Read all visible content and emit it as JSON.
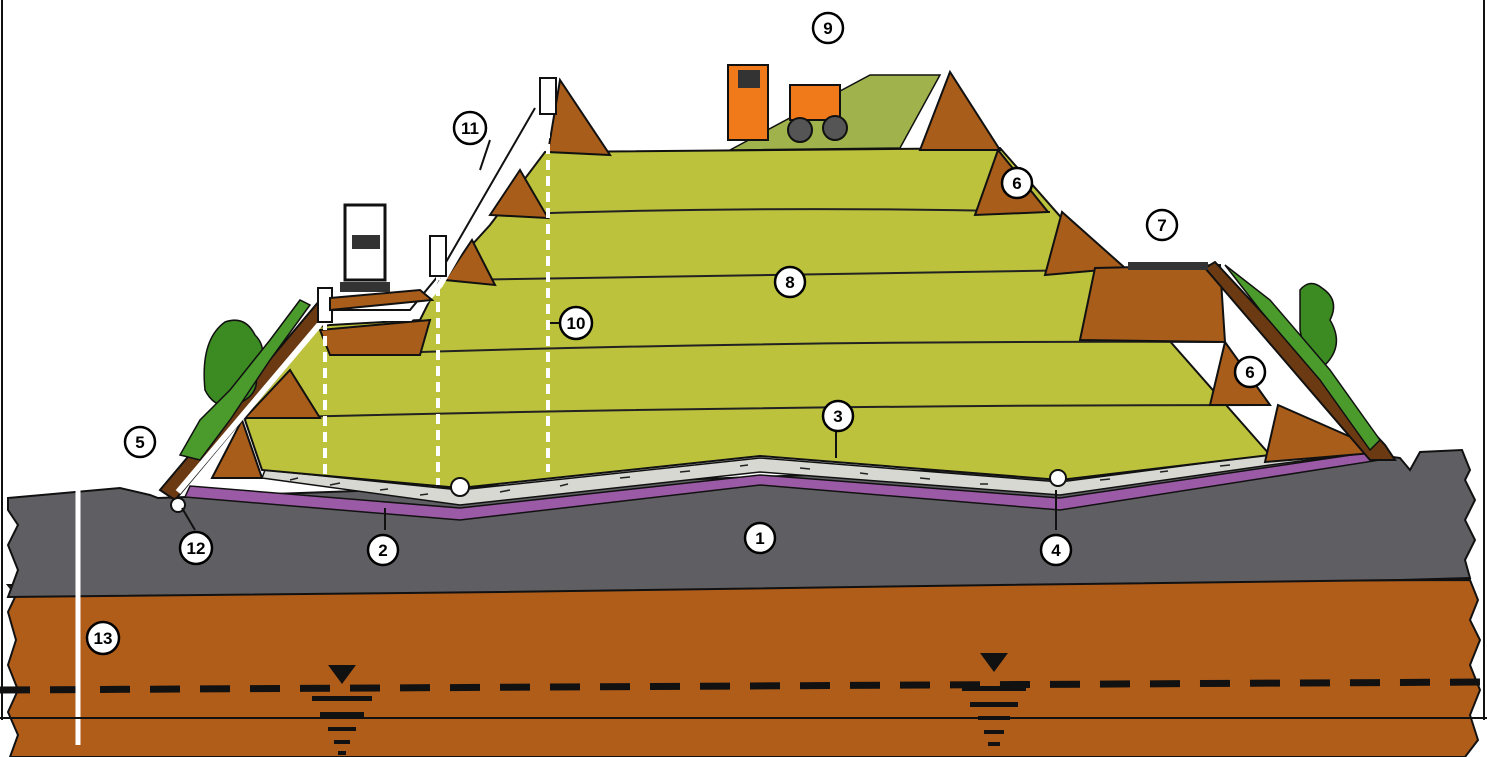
{
  "diagram": {
    "callouts": [
      {
        "id": "c1",
        "label": "1"
      },
      {
        "id": "c2",
        "label": "2"
      },
      {
        "id": "c3",
        "label": "3"
      },
      {
        "id": "c4",
        "label": "4"
      },
      {
        "id": "c5",
        "label": "5"
      },
      {
        "id": "c6a",
        "label": "6"
      },
      {
        "id": "c6b",
        "label": "6"
      },
      {
        "id": "c7",
        "label": "7"
      },
      {
        "id": "c8",
        "label": "8"
      },
      {
        "id": "c9",
        "label": "9"
      },
      {
        "id": "c10",
        "label": "10"
      },
      {
        "id": "c11",
        "label": "11"
      },
      {
        "id": "c12",
        "label": "12"
      },
      {
        "id": "c13",
        "label": "13"
      }
    ],
    "colors": {
      "subsoil_gray": "#5f5f63",
      "groundwater_soil_brown": "#b15d1a",
      "liner_purple": "#9b5aa5",
      "drainage_gravel": "#d8d8d2",
      "waste_green": "#bcc23b",
      "cover_soil_brown": "#a85d1a",
      "vegetation_green": "#3c8a22",
      "outline_black": "#111111"
    }
  }
}
